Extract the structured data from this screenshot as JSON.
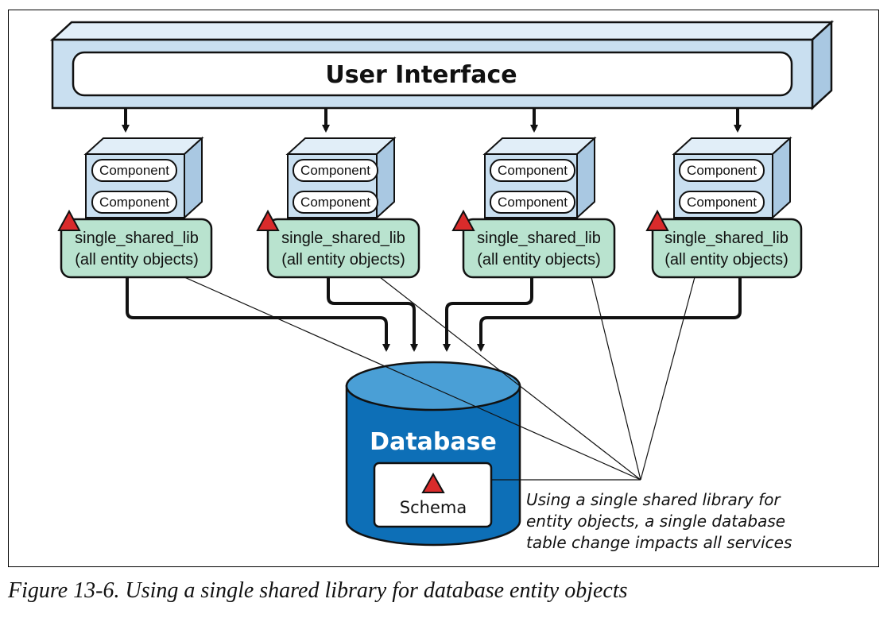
{
  "ui_layer": {
    "label": "User Interface"
  },
  "services": [
    {
      "components": [
        "Component",
        "Component"
      ],
      "library": {
        "name": "single_shared_lib",
        "description": "(all entity objects)"
      }
    },
    {
      "components": [
        "Component",
        "Component"
      ],
      "library": {
        "name": "single_shared_lib",
        "description": "(all entity objects)"
      }
    },
    {
      "components": [
        "Component",
        "Component"
      ],
      "library": {
        "name": "single_shared_lib",
        "description": "(all entity objects)"
      }
    },
    {
      "components": [
        "Component",
        "Component"
      ],
      "library": {
        "name": "single_shared_lib",
        "description": "(all entity objects)"
      }
    }
  ],
  "database": {
    "label": "Database",
    "schema": "Schema"
  },
  "annotation": {
    "lines": [
      "Using a single shared library for",
      "entity objects, a single database",
      "table change impacts all services"
    ]
  },
  "caption": "Figure 13-6. Using a single shared library for database entity objects",
  "colors": {
    "ui_bar": "#c9dff0",
    "service_box": "#c9dff0",
    "library": "#b9e3cf",
    "warning_triangle": "#d92b2b",
    "db_dark": "#0d6fb7",
    "db_top": "#4a9fd6",
    "stroke": "#111111"
  }
}
